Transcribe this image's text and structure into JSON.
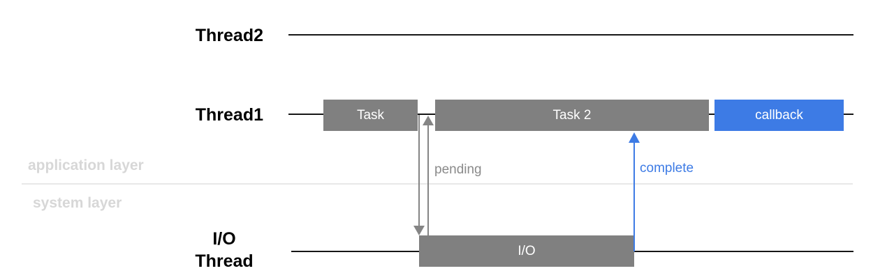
{
  "diagram": {
    "colors": {
      "background": "#ffffff",
      "lane_line": "#161616",
      "box_gray": "#808080",
      "box_blue": "#3d7be5",
      "box_text": "#ffffff",
      "arrow_gray": "#858585",
      "complete_blue": "#3d7be5",
      "pending_text_gray": "#8a8a8a",
      "layer_text_gray": "#d7d7d7",
      "divider_gray": "#e8e8e8",
      "lane_label_text": "#000000"
    },
    "lanes": {
      "thread2": {
        "label": "Thread2"
      },
      "thread1": {
        "label": "Thread1"
      },
      "io": {
        "label_line1": "I/O",
        "label_line2": "Thread"
      }
    },
    "boxes": {
      "task": {
        "label": "Task"
      },
      "task2": {
        "label": "Task 2"
      },
      "callback": {
        "label": "callback"
      },
      "io": {
        "label": "I/O"
      }
    },
    "annotations": {
      "pending": {
        "label": "pending"
      },
      "complete": {
        "label": "complete"
      }
    },
    "layers": {
      "application": {
        "label": "application layer"
      },
      "system": {
        "label": "system layer"
      }
    }
  }
}
